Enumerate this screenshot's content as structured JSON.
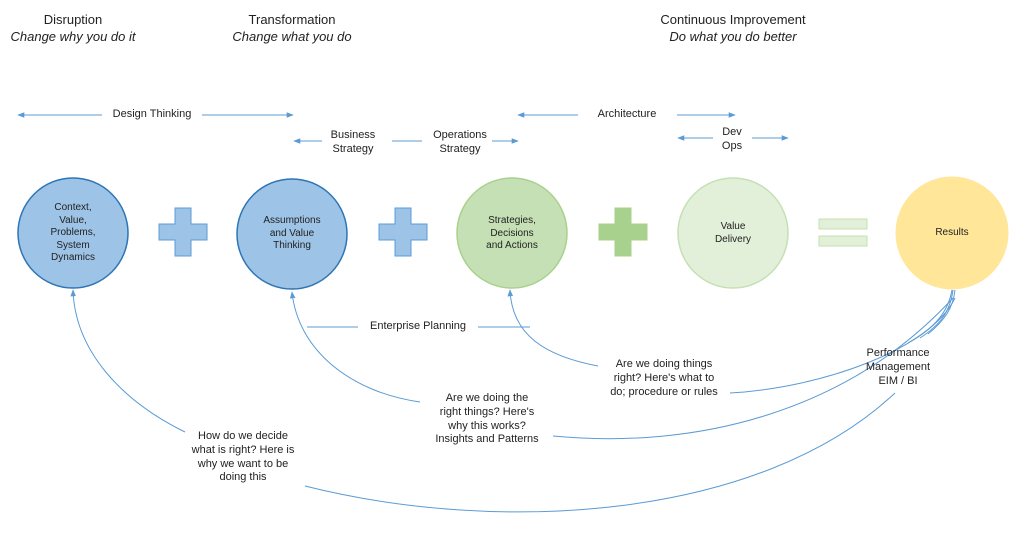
{
  "phases": [
    {
      "title": "Disruption",
      "subtitle": "Change why you do it"
    },
    {
      "title": "Transformation",
      "subtitle": "Change what you do"
    },
    {
      "title": "Continuous Improvement",
      "subtitle": "Do what you do better"
    }
  ],
  "spans": {
    "design_thinking": "Design Thinking",
    "business_strategy": [
      "Business",
      "Strategy"
    ],
    "operations_strategy": [
      "Operations",
      "Strategy"
    ],
    "architecture": "Architecture",
    "devops": [
      "Dev",
      "Ops"
    ],
    "enterprise_planning": "Enterprise Planning"
  },
  "nodes": [
    {
      "lines": [
        "Context,",
        "Value,",
        "Problems,",
        "System",
        "Dynamics"
      ],
      "fill": "#9DC3E6",
      "stroke": "#2E75B6"
    },
    {
      "lines": [
        "Assumptions",
        "and Value",
        "Thinking"
      ],
      "fill": "#9DC3E6",
      "stroke": "#2E75B6"
    },
    {
      "lines": [
        "Strategies,",
        "Decisions",
        "and Actions"
      ],
      "fill": "#C5E0B4",
      "stroke": "#A9D18E"
    },
    {
      "lines": [
        "Value",
        "Delivery"
      ],
      "fill": "#E2F0D9",
      "stroke": "#C5E0B4"
    },
    {
      "lines": [
        "Results"
      ],
      "fill": "#FFE699",
      "stroke": "#FFE699"
    }
  ],
  "operators": {
    "plus_colors": [
      "#9DC3E6",
      "#9DC3E6",
      "#A9D18E"
    ],
    "equals_color": "#E2F0D9"
  },
  "performance": [
    "Performance",
    "Management",
    "EIM / BI"
  ],
  "questions": {
    "operations": [
      "Are we doing things",
      "right? Here's what to",
      "do; procedure or rules"
    ],
    "transformation": [
      "Are we doing the",
      "right things? Here's",
      "why this works?",
      "Insights and Patterns"
    ],
    "disruption": [
      "How do we decide",
      "what is right? Here is",
      "why we want to be",
      "doing this"
    ]
  },
  "colors": {
    "arrow": "#5B9BD5"
  }
}
